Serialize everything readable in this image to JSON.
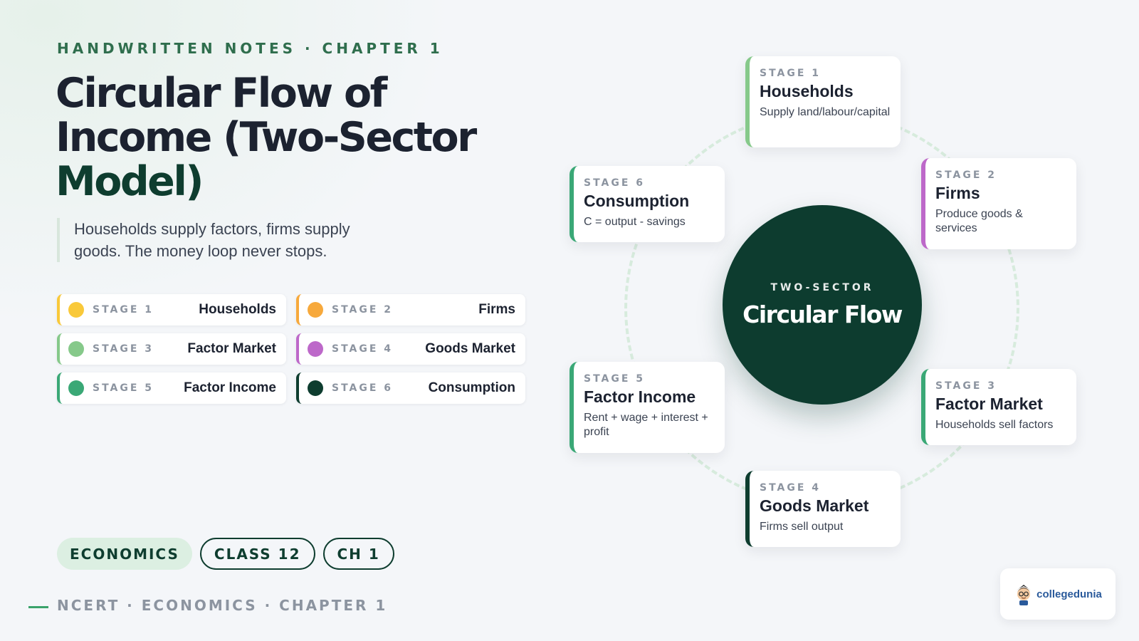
{
  "header": {
    "eyebrow": "HANDWRITTEN NOTES · CHAPTER 1",
    "title_main": "Circular Flow of Income (Two-Sector ",
    "title_accent": "Model)",
    "subtitle": "Households supply factors, firms supply goods. The money loop never stops."
  },
  "legend": [
    {
      "stage": "STAGE 1",
      "name": "Households",
      "color": "#f9c93a"
    },
    {
      "stage": "STAGE 2",
      "name": "Firms",
      "color": "#f7a93c"
    },
    {
      "stage": "STAGE 3",
      "name": "Factor Market",
      "color": "#86c98a"
    },
    {
      "stage": "STAGE 4",
      "name": "Goods Market",
      "color": "#bd68c9"
    },
    {
      "stage": "STAGE 5",
      "name": "Factor Income",
      "color": "#3aa876"
    },
    {
      "stage": "STAGE 6",
      "name": "Consumption",
      "color": "#0e3d2f"
    }
  ],
  "tags": {
    "subject": "ECONOMICS",
    "class": "CLASS 12",
    "chapter": "CH 1"
  },
  "footer": {
    "text": "NCERT · ECONOMICS · CHAPTER 1"
  },
  "diagram": {
    "hub_kicker": "TWO-SECTOR",
    "hub_title": "Circular Flow",
    "hub_color": "#0d3c2f",
    "stages": [
      {
        "stage": "STAGE 1",
        "name": "Households",
        "desc": "Supply land/labour/capital",
        "color": "#86c98a"
      },
      {
        "stage": "STAGE 2",
        "name": "Firms",
        "desc": "Produce goods & services",
        "color": "#bd68c9"
      },
      {
        "stage": "STAGE 3",
        "name": "Factor Market",
        "desc": "Households sell factors",
        "color": "#3aa876"
      },
      {
        "stage": "STAGE 4",
        "name": "Goods Market",
        "desc": "Firms sell output",
        "color": "#0e3d2f"
      },
      {
        "stage": "STAGE 5",
        "name": "Factor Income",
        "desc": "Rent + wage + interest + profit",
        "color": "#3aa876"
      },
      {
        "stage": "STAGE 6",
        "name": "Consumption",
        "desc": "C = output - savings",
        "color": "#3aa876"
      }
    ]
  },
  "logo": {
    "text": "collegedunia"
  }
}
